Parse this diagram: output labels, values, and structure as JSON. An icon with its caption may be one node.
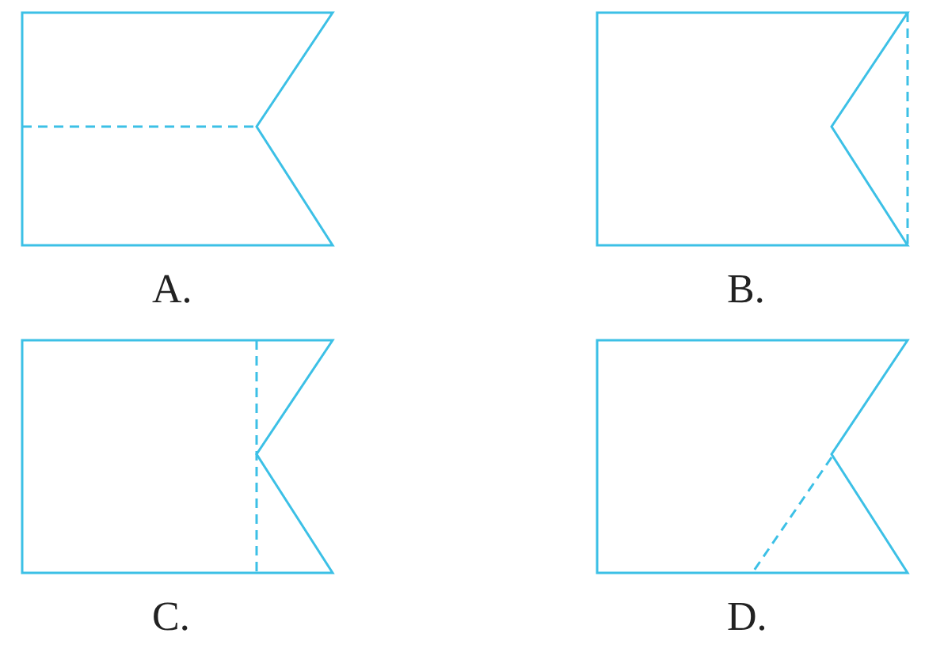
{
  "diagram": {
    "nodes": [
      {
        "text": [],
        "shape": "flag",
        "beside": [
          "A."
        ]
      },
      {
        "text": [],
        "shape": "flag",
        "beside": [
          "B."
        ]
      },
      {
        "text": [],
        "shape": "flag",
        "beside": [
          "C."
        ]
      },
      {
        "text": [],
        "shape": "flag",
        "beside": [
          "D."
        ]
      }
    ]
  }
}
